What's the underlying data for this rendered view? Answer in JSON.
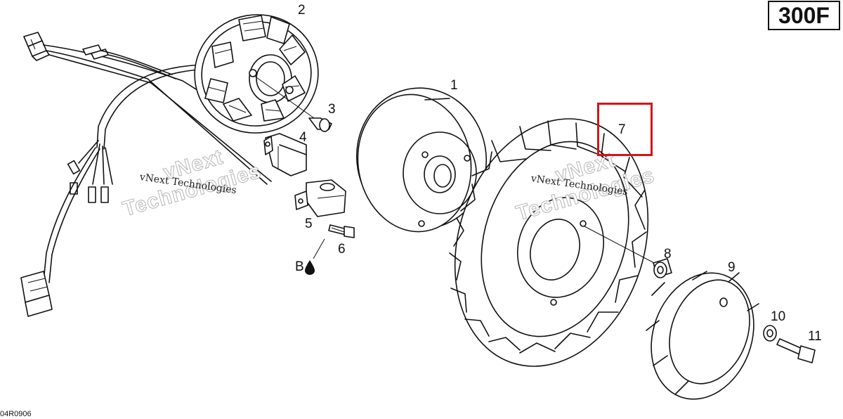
{
  "page": {
    "model_code": "300F",
    "reference_code": "04R0906"
  },
  "watermarks": {
    "brand_left": "vNext Technologies",
    "brand_right": "vNext Technologies",
    "big_left_line1": "vNext",
    "big_left_line2": "Technologies",
    "big_right_line1": "vNext",
    "big_right_line2": "Technologies"
  },
  "callouts": {
    "part_1": "1",
    "part_2": "2",
    "part_3": "3",
    "part_4": "4",
    "part_5": "5",
    "part_6": "6",
    "part_7": "7",
    "part_8": "8",
    "part_9": "9",
    "part_10": "10",
    "part_11": "11",
    "note_b": "B"
  },
  "highlight": {
    "part": "7",
    "color": "#d3141b"
  }
}
